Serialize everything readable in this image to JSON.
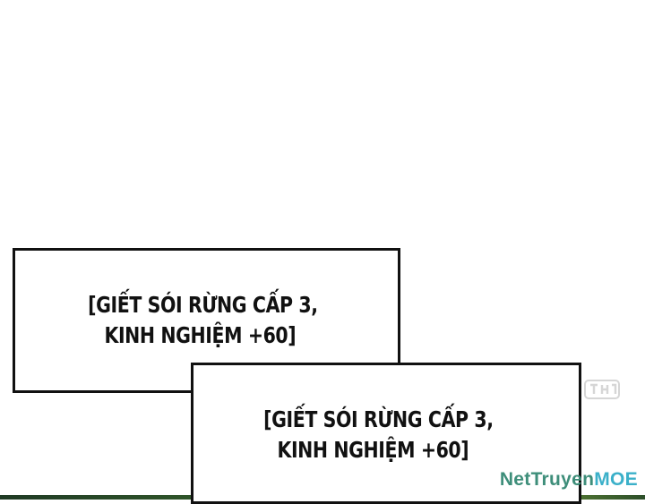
{
  "notifications": [
    {
      "line1": "[GIẾT SÓI RỪNG CẤP 3,",
      "line2": "KINH NGHIỆM +60]"
    },
    {
      "line1": "[GIẾT SÓI RỪNG CẤP 3,",
      "line2": "KINH NGHIỆM +60]"
    }
  ],
  "watermark": {
    "brand": "NetTruyen",
    "suffix": "MOE",
    "color": "#3e8e7a",
    "suffix_color": "#3bb0c9"
  },
  "colors": {
    "panel_bg": "#ffffff",
    "box_border": "#111111",
    "text": "#111111"
  }
}
